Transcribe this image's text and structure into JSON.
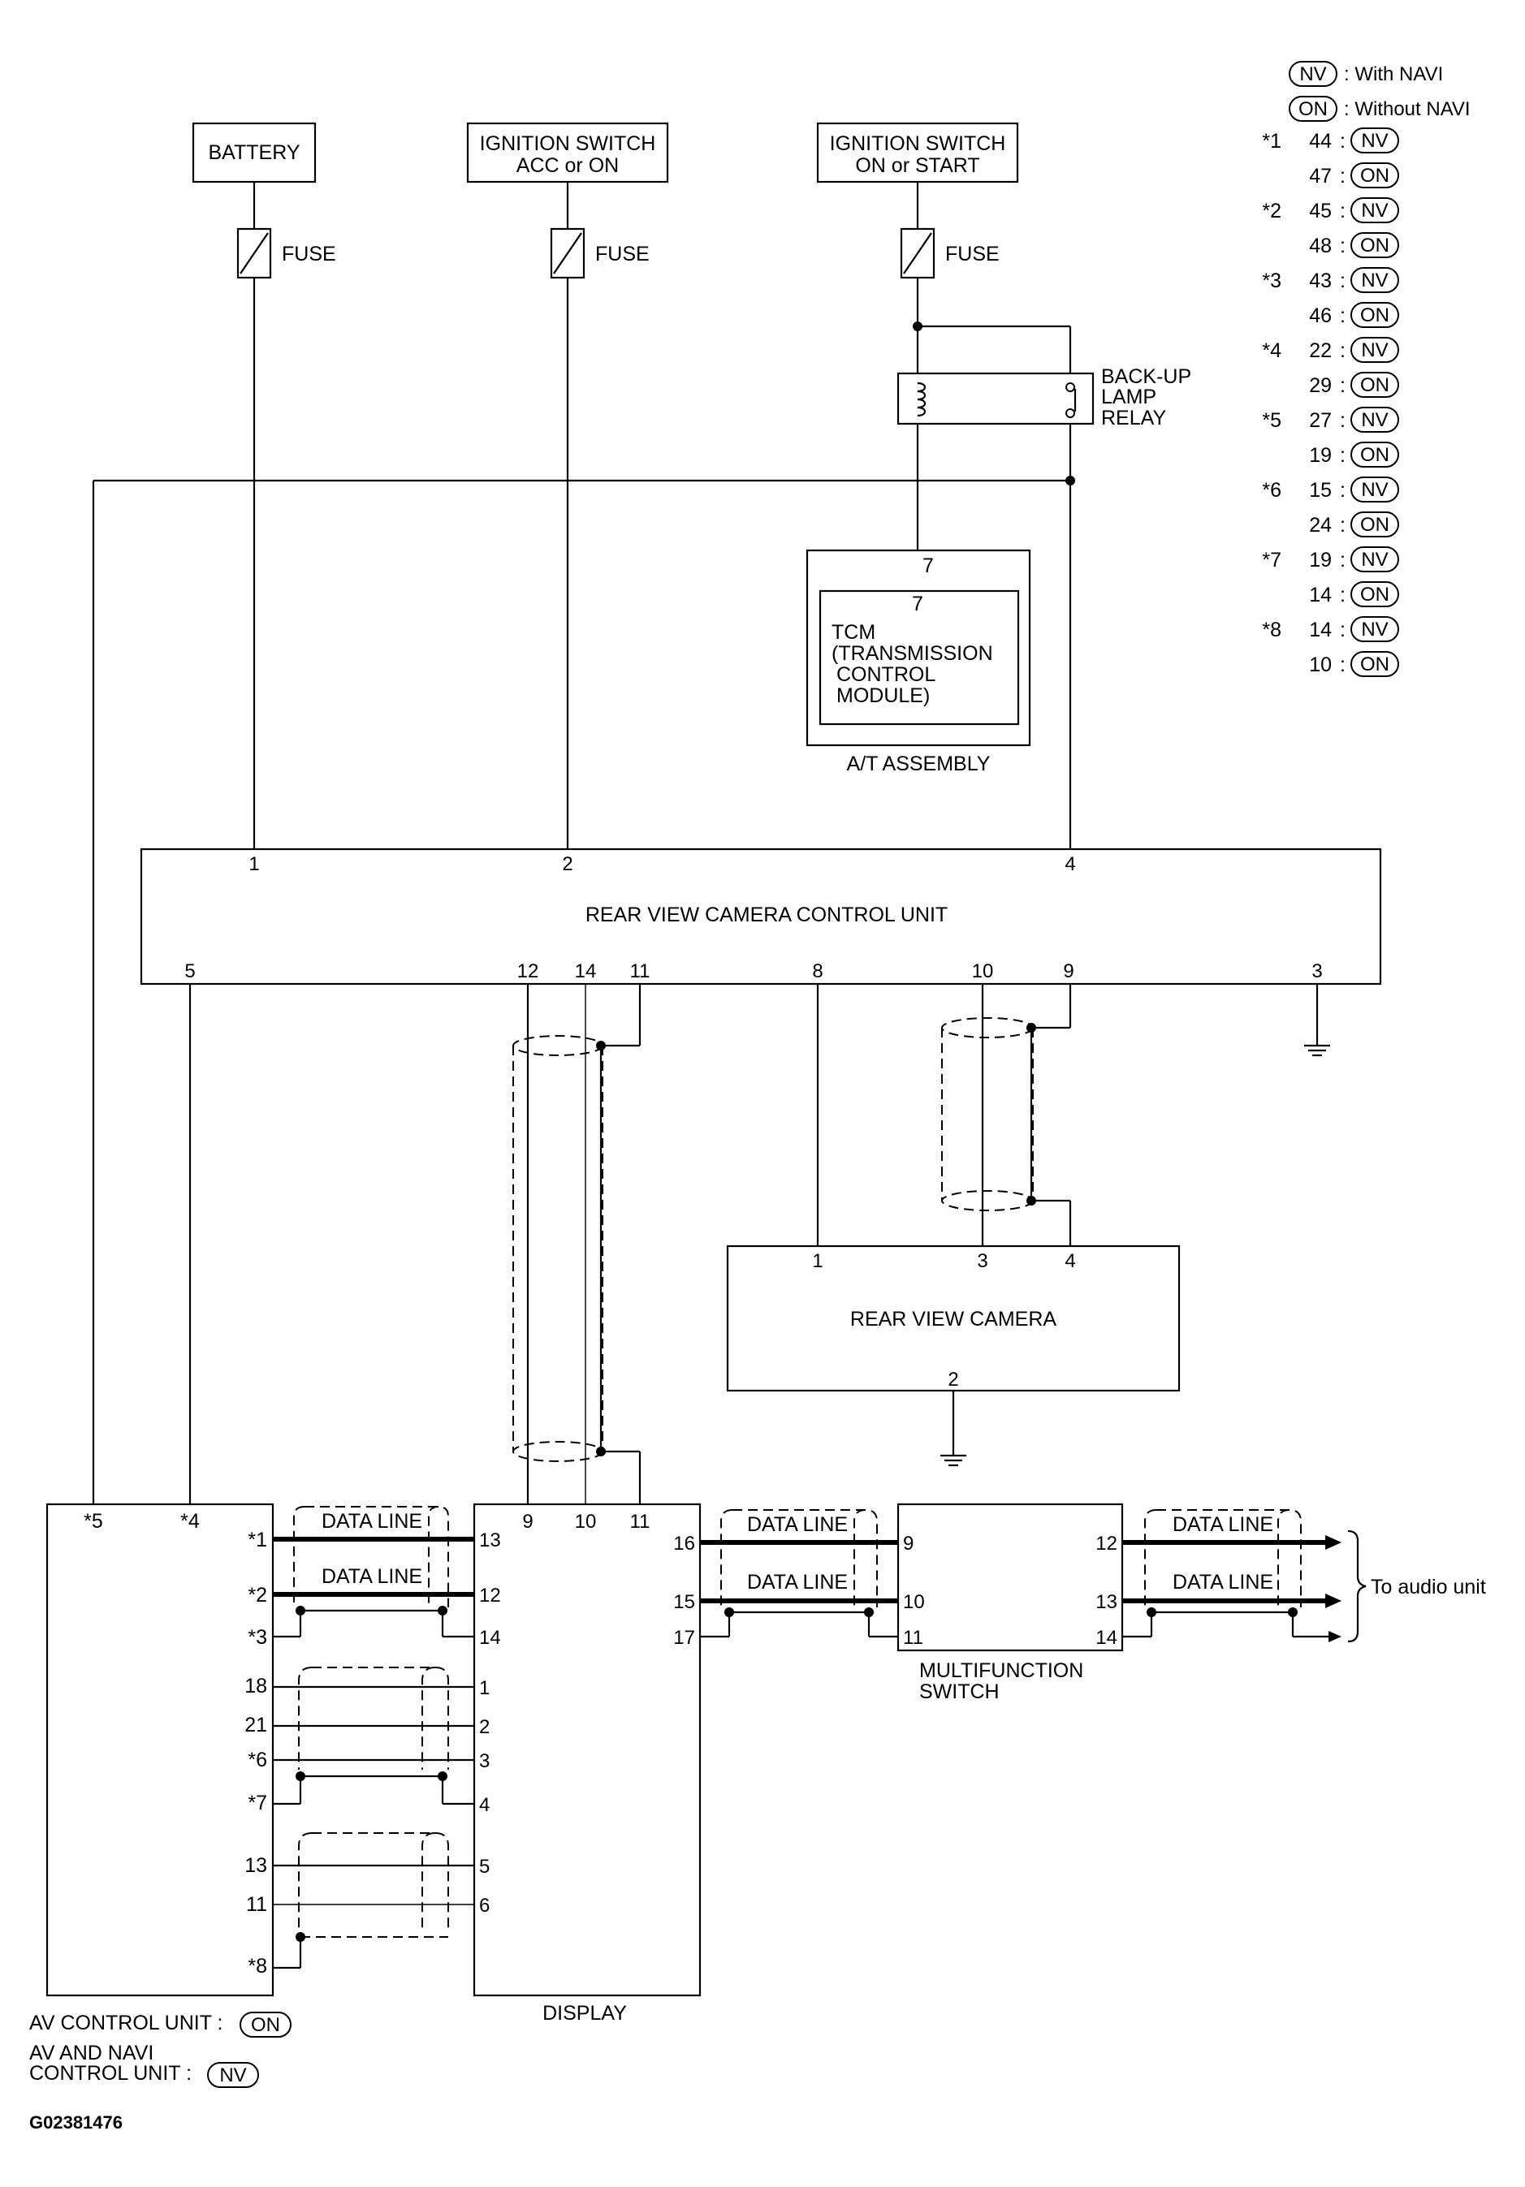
{
  "legend": {
    "nv": "NV",
    "on": "ON",
    "with_navi": ": With NAVI",
    "without_navi": ": Without NAVI",
    "rows": [
      {
        "star": "*1",
        "nv": "44",
        "on": "47"
      },
      {
        "star": "*2",
        "nv": "45",
        "on": "48"
      },
      {
        "star": "*3",
        "nv": "43",
        "on": "46"
      },
      {
        "star": "*4",
        "nv": "22",
        "on": "29"
      },
      {
        "star": "*5",
        "nv": "27",
        "on": "19"
      },
      {
        "star": "*6",
        "nv": "15",
        "on": "24"
      },
      {
        "star": "*7",
        "nv": "19",
        "on": "14"
      },
      {
        "star": "*8",
        "nv": "14",
        "on": "10"
      }
    ]
  },
  "power": {
    "battery": "BATTERY",
    "ign_acc_1": "IGNITION SWITCH",
    "ign_acc_2": "ACC or ON",
    "ign_start_1": "IGNITION SWITCH",
    "ign_start_2": "ON or START",
    "fuse": "FUSE"
  },
  "relay": {
    "l1": "BACK-UP",
    "l2": "LAMP",
    "l3": "RELAY"
  },
  "tcm": {
    "pin_outer": "7",
    "pin_inner": "7",
    "l1": "TCM",
    "l2": "(TRANSMISSION",
    "l3": "CONTROL",
    "l4": "MODULE)",
    "assembly": "A/T ASSEMBLY"
  },
  "rvccu": {
    "label": "REAR VIEW CAMERA CONTROL UNIT",
    "p1": "1",
    "p2": "2",
    "p4": "4",
    "p5": "5",
    "p12": "12",
    "p14": "14",
    "p11": "11",
    "p8": "8",
    "p10": "10",
    "p9": "9",
    "p3": "3"
  },
  "camera": {
    "label": "REAR VIEW CAMERA",
    "p1": "1",
    "p3": "3",
    "p4": "4",
    "p2": "2"
  },
  "av": {
    "top5": "*5",
    "top4": "*4",
    "s1": "*1",
    "s2": "*2",
    "s3": "*3",
    "p18": "18",
    "p21": "21",
    "s6": "*6",
    "s7": "*7",
    "p13": "13",
    "p11": "11",
    "s8": "*8",
    "label1": "AV CONTROL UNIT :",
    "label1_tag": "ON",
    "label2a": "AV AND NAVI",
    "label2b": "CONTROL UNIT :",
    "label2_tag": "NV"
  },
  "display": {
    "label": "DISPLAY",
    "t9": "9",
    "t10": "10",
    "t11": "11",
    "l13": "13",
    "l12": "12",
    "l14": "14",
    "l1": "1",
    "l2": "2",
    "l3": "3",
    "l4": "4",
    "l5": "5",
    "l6": "6",
    "r16": "16",
    "r15": "15",
    "r17": "17"
  },
  "mfs": {
    "l1": "MULTIFUNCTION",
    "l2": "SWITCH",
    "p9": "9",
    "p10": "10",
    "p11": "11",
    "p12": "12",
    "p13": "13",
    "p14": "14"
  },
  "data_line": "DATA LINE",
  "to_audio": "To audio unit",
  "figure_id": "G02381476"
}
